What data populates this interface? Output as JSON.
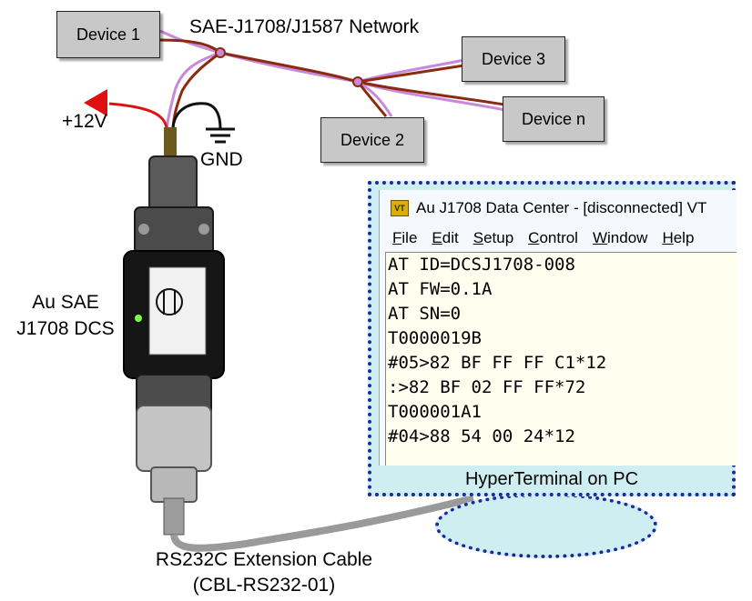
{
  "network": {
    "title": "SAE-J1708/J1587 Network",
    "devices": [
      "Device 1",
      "Device 2",
      "Device 3",
      "Device n"
    ]
  },
  "power": {
    "positive": "+12V",
    "ground": "GND"
  },
  "adapter": {
    "name_line1": "Au SAE",
    "name_line2": "J1708 DCS"
  },
  "cable": {
    "name": "RS232C Extension Cable",
    "part": "(CBL-RS232-01)"
  },
  "terminal": {
    "window_title": "Au J1708 Data Center - [disconnected] VT",
    "menu": [
      "File",
      "Edit",
      "Setup",
      "Control",
      "Window",
      "Help"
    ],
    "lines": [
      "AT ID=DCSJ1708-008",
      "AT FW=0.1A",
      "AT SN=0",
      "T0000019B",
      "#05>82 BF FF FF C1*12",
      ":>82 BF 02 FF FF*72",
      "T000001A1",
      "#04>88 54 00 24*12"
    ],
    "caption": "HyperTerminal on PC"
  },
  "colors": {
    "bus_wire_a": "#c88ad8",
    "bus_wire_b": "#8b2a10",
    "power_wire": "#e01010",
    "frame": "#1a2a9c"
  }
}
